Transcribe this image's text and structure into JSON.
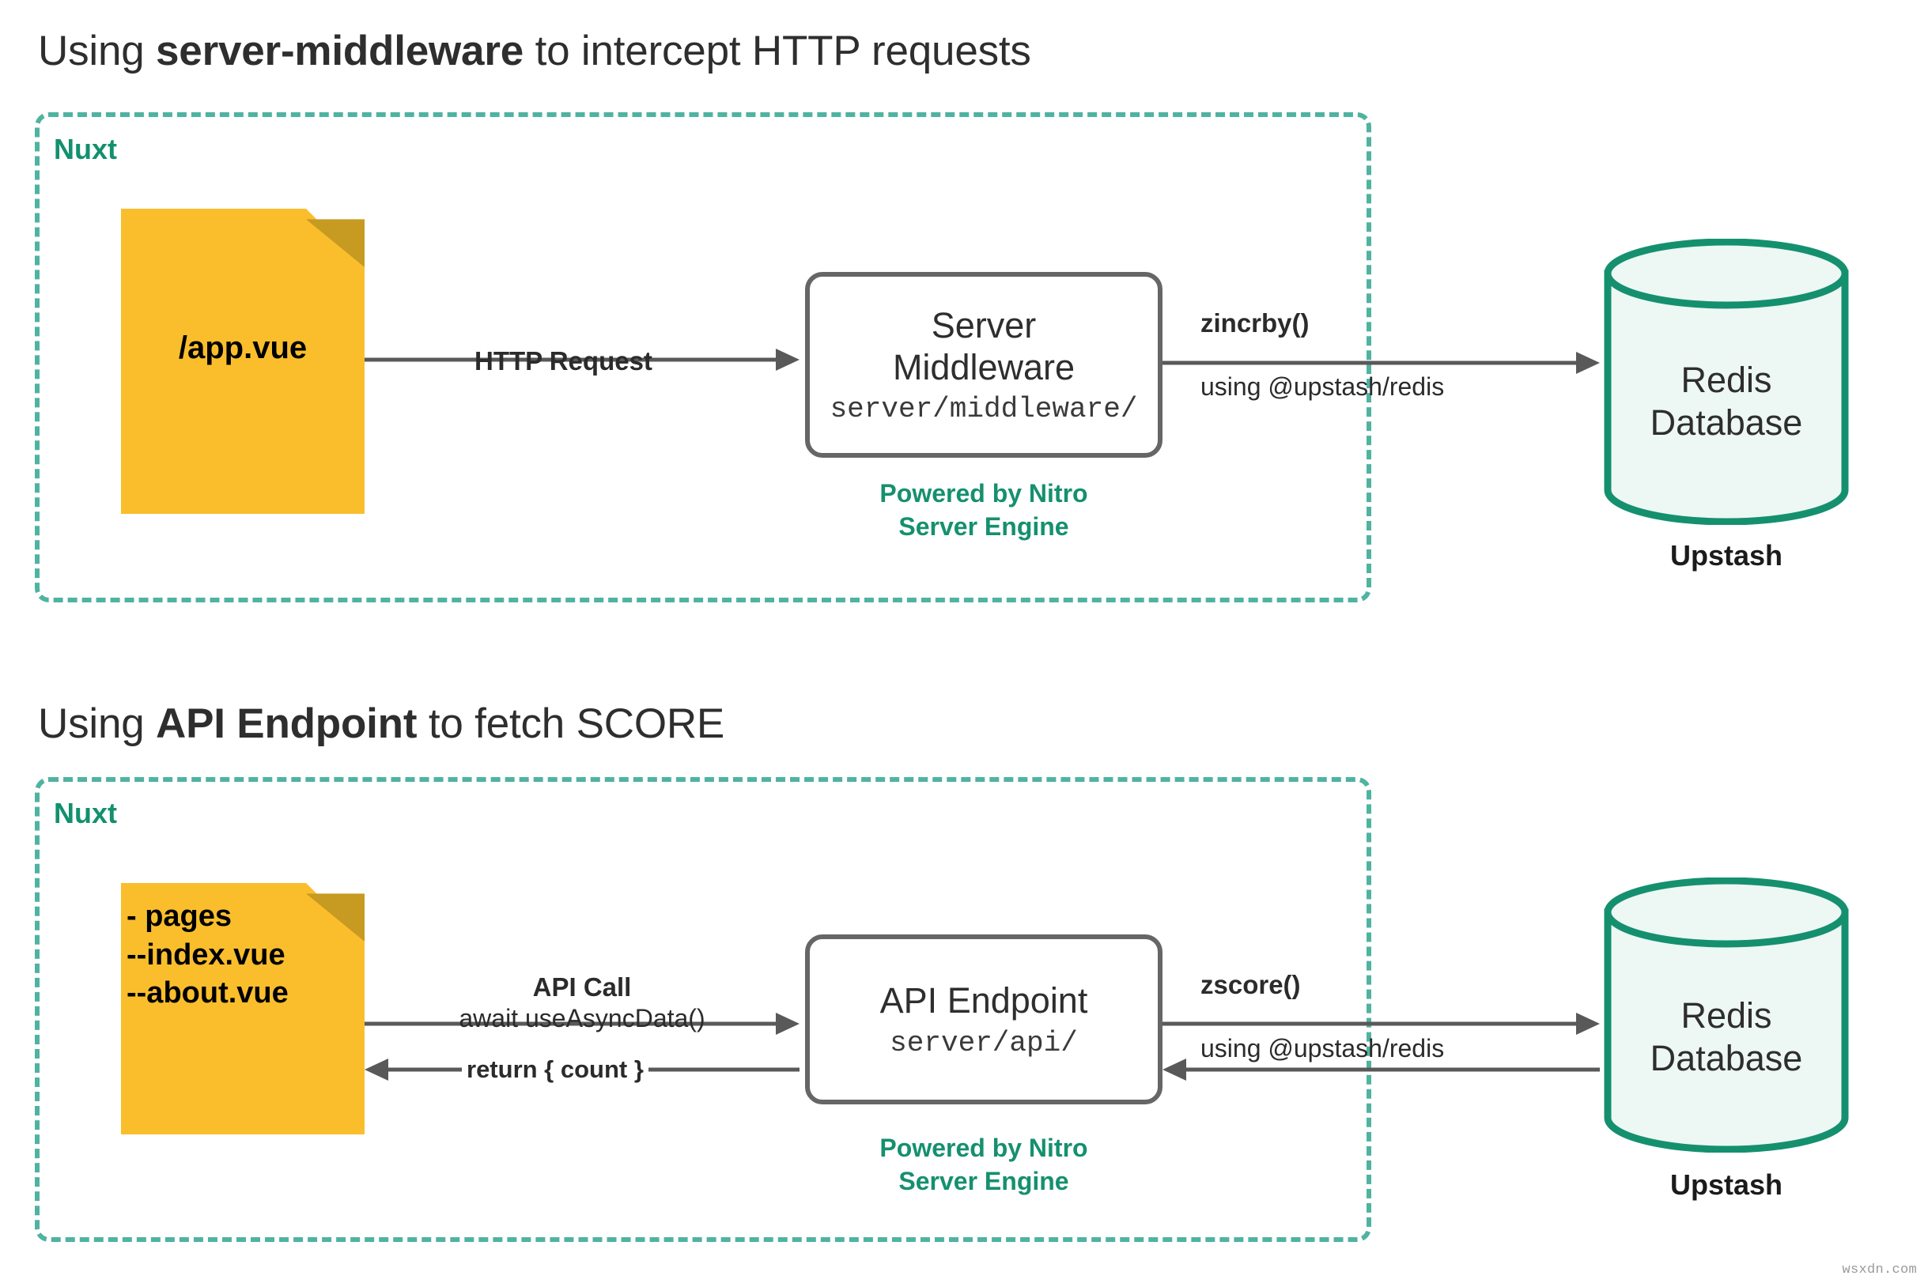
{
  "page": {
    "watermark": "wsxdn.com",
    "accent_teal": "#13906e",
    "accent_teal_light": "#4fb3a0",
    "note_yellow": "#fabe2d",
    "note_fold": "#c79a21",
    "arrow_gray": "#595959",
    "box_border_gray": "#666666",
    "cylinder_stroke": "#15906f",
    "cylinder_fill": "#edf7f4"
  },
  "sections": [
    {
      "id": "middleware",
      "title_prefix": "Using ",
      "title_strong": "server-middleware",
      "title_suffix": " to intercept HTTP requests",
      "boundary_label": "Nuxt",
      "note": {
        "lines": "/app.vue",
        "align": "center"
      },
      "process": {
        "title": "Server\nMiddleware",
        "subtitle": "server/middleware/",
        "footnote": "Powered by Nitro\nServer Engine"
      },
      "database": {
        "label": "Redis\nDatabase",
        "caption": "Upstash"
      },
      "edges": [
        {
          "id": "http-request",
          "label_strong": "HTTP Request",
          "label_weak": "",
          "direction": "right"
        },
        {
          "id": "zincrby",
          "label_strong": "zincrby()",
          "label_weak": "using @upstash/redis",
          "direction": "right"
        }
      ]
    },
    {
      "id": "api-endpoint",
      "title_prefix": "Using ",
      "title_strong": "API Endpoint",
      "title_suffix": " to fetch SCORE",
      "boundary_label": "Nuxt",
      "note": {
        "lines": "- pages\n--index.vue\n--about.vue",
        "align": "left"
      },
      "process": {
        "title": "API Endpoint",
        "subtitle": "server/api/",
        "footnote": "Powered by Nitro\nServer Engine"
      },
      "database": {
        "label": "Redis\nDatabase",
        "caption": "Upstash"
      },
      "edges": [
        {
          "id": "api-call",
          "label_strong": "API Call",
          "label_weak": "await useAsyncData()",
          "direction": "right"
        },
        {
          "id": "return-count",
          "label_strong": "return { count }",
          "label_weak": "",
          "direction": "left"
        },
        {
          "id": "zscore",
          "label_strong": "zscore()",
          "label_weak": "using @upstash/redis",
          "direction": "right"
        },
        {
          "id": "db-return",
          "label_strong": "",
          "label_weak": "",
          "direction": "left"
        }
      ]
    }
  ]
}
